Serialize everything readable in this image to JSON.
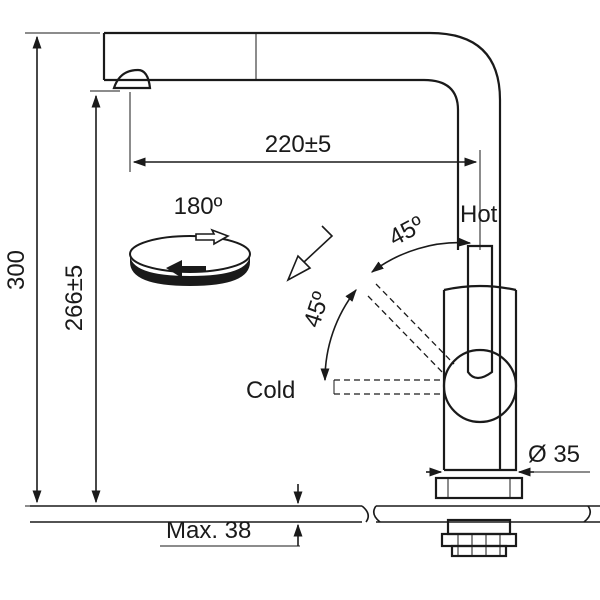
{
  "dimensions": {
    "reach": "220±5",
    "total_height": "300",
    "spout_height": "266±5",
    "max_counter_thickness": "Max. 38",
    "body_diameter": "Ø 35"
  },
  "handle": {
    "hot_label": "Hot",
    "cold_label": "Cold",
    "hot_angle": "45º",
    "cold_angle": "45º"
  },
  "rotation": {
    "swivel_angle": "180º"
  },
  "colors": {
    "line": "#1a1a1a",
    "background": "#ffffff"
  }
}
